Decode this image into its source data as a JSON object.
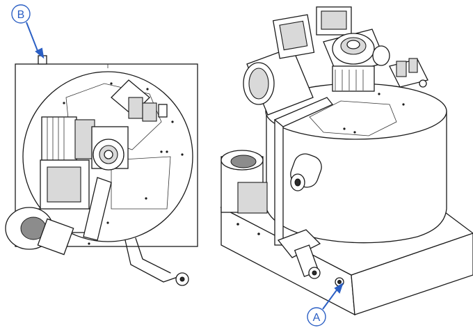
{
  "callouts": {
    "b": {
      "letter": "B",
      "color": "#2b5fc4"
    },
    "a": {
      "letter": "A",
      "color": "#2b5fc4"
    }
  },
  "views": {
    "top": {
      "description_name": "top-view"
    },
    "iso": {
      "description_name": "isometric-view"
    }
  }
}
